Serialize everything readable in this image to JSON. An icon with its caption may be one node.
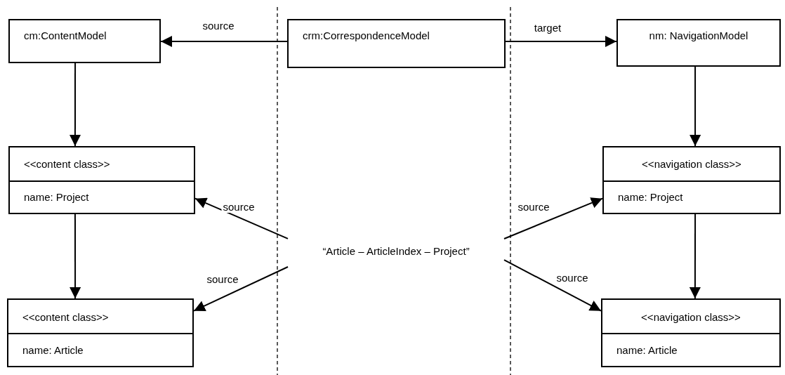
{
  "diagram": {
    "nodes": [
      {
        "text": [
          "cm:ContentModel"
        ]
      },
      {
        "text": [
          "crm:CorrespondenceModel"
        ]
      },
      {
        "text": [
          "nm: NavigationModel"
        ]
      },
      {
        "text": [
          "<<content class>>",
          "name: Project"
        ]
      },
      {
        "text": [
          "<<navigation class>>",
          "name: Project"
        ]
      },
      {
        "text": [
          "<<content class>>",
          "name: Article"
        ]
      },
      {
        "text": [
          "<<navigation class>>",
          "name: Article"
        ]
      },
      {
        "text": [
          "“Article – ArticleIndex – Project”"
        ]
      }
    ],
    "edges": [
      {
        "from": 1,
        "to": 0,
        "arrow": "to",
        "label": "source"
      },
      {
        "from": 1,
        "to": 2,
        "arrow": "to",
        "label": "target"
      },
      {
        "from": 0,
        "to": 3,
        "arrow": "to"
      },
      {
        "from": 3,
        "to": 5,
        "arrow": "to"
      },
      {
        "from": 2,
        "to": 4,
        "arrow": "to"
      },
      {
        "from": 4,
        "to": 6,
        "arrow": "to"
      },
      {
        "from": 7,
        "to": 3,
        "arrow": "to",
        "label": "source"
      },
      {
        "from": 7,
        "to": 5,
        "arrow": "to",
        "label": "source"
      },
      {
        "from": 7,
        "to": 4,
        "arrow": "to",
        "label": "source"
      },
      {
        "from": 7,
        "to": 6,
        "arrow": "to",
        "label": "source"
      }
    ]
  }
}
